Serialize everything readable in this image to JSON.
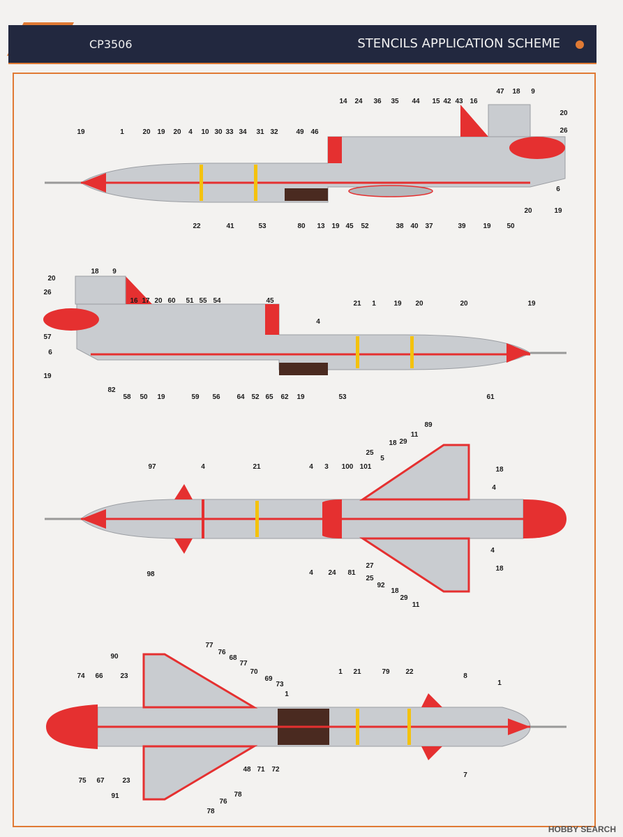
{
  "header": {
    "code": "CP3506",
    "title": "STENCILS APPLICATION SCHEME"
  },
  "watermark": "HOBBY SEARCH",
  "colors": {
    "header_bg": "#22283f",
    "accent": "#e07a34",
    "fuselage": "#c9ccd0",
    "red": "#e53030",
    "yellow": "#f4c20d",
    "brown": "#4a2a20"
  },
  "views": {
    "view1_labels": [
      "19",
      "1",
      "20",
      "19",
      "20",
      "4",
      "10",
      "30",
      "33",
      "34",
      "31",
      "32",
      "49",
      "46",
      "14",
      "24",
      "36",
      "35",
      "44",
      "15",
      "42",
      "43",
      "16",
      "47",
      "18",
      "9",
      "20",
      "26",
      "22",
      "41",
      "53",
      "80",
      "13",
      "19",
      "45",
      "52",
      "38",
      "40",
      "37",
      "39",
      "19",
      "50",
      "20",
      "6",
      "19"
    ],
    "view2_labels": [
      "18",
      "9",
      "16",
      "17",
      "20",
      "60",
      "51",
      "55",
      "54",
      "45",
      "20",
      "26",
      "57",
      "6",
      "19",
      "82",
      "58",
      "50",
      "19",
      "59",
      "56",
      "64",
      "52",
      "65",
      "62",
      "19",
      "4",
      "21",
      "1",
      "19",
      "20",
      "20",
      "19",
      "53",
      "61"
    ],
    "view3_labels": [
      "97",
      "4",
      "21",
      "4",
      "3",
      "100",
      "101",
      "5",
      "25",
      "18",
      "29",
      "11",
      "89",
      "18",
      "4",
      "4",
      "98",
      "4",
      "24",
      "81",
      "27",
      "25",
      "92",
      "18",
      "29",
      "11",
      "18"
    ],
    "view4_labels": [
      "90",
      "74",
      "66",
      "23",
      "77",
      "76",
      "68",
      "77",
      "70",
      "69",
      "73",
      "1",
      "1",
      "21",
      "79",
      "22",
      "8",
      "1",
      "75",
      "67",
      "23",
      "48",
      "71",
      "72",
      "7",
      "91",
      "78",
      "76",
      "78"
    ]
  }
}
